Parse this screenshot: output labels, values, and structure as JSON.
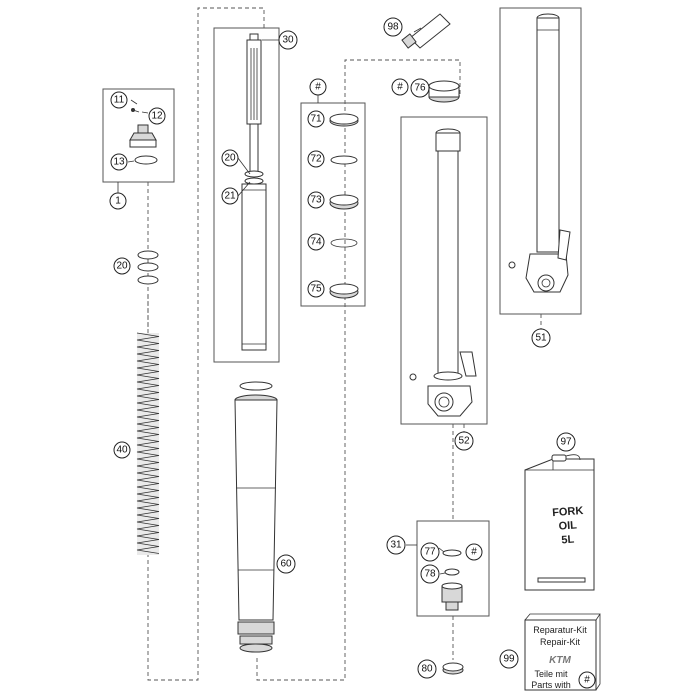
{
  "callouts": {
    "c11": "11",
    "c12": "12",
    "c13": "13",
    "c1": "1",
    "c20a": "20",
    "c40": "40",
    "c30": "30",
    "c20b": "20",
    "c21": "21",
    "c60": "60",
    "hash1": "#",
    "c71": "71",
    "c72": "72",
    "c73": "73",
    "c74": "74",
    "c75": "75",
    "c98": "98",
    "hash2": "#",
    "c76": "76",
    "c52": "52",
    "c51": "51",
    "c31": "31",
    "c77": "77",
    "hash3": "#",
    "c78": "78",
    "c80": "80",
    "c97": "97",
    "c99": "99",
    "hash4": "#"
  },
  "oil_can": {
    "line1": "FORK",
    "line2": "OIL",
    "line3": "5L"
  },
  "repair_kit": {
    "line1": "Reparatur-Kit",
    "line2": "Repair-Kit",
    "brand": "KTM",
    "line3": "Teile mit",
    "line4": "Parts with"
  }
}
